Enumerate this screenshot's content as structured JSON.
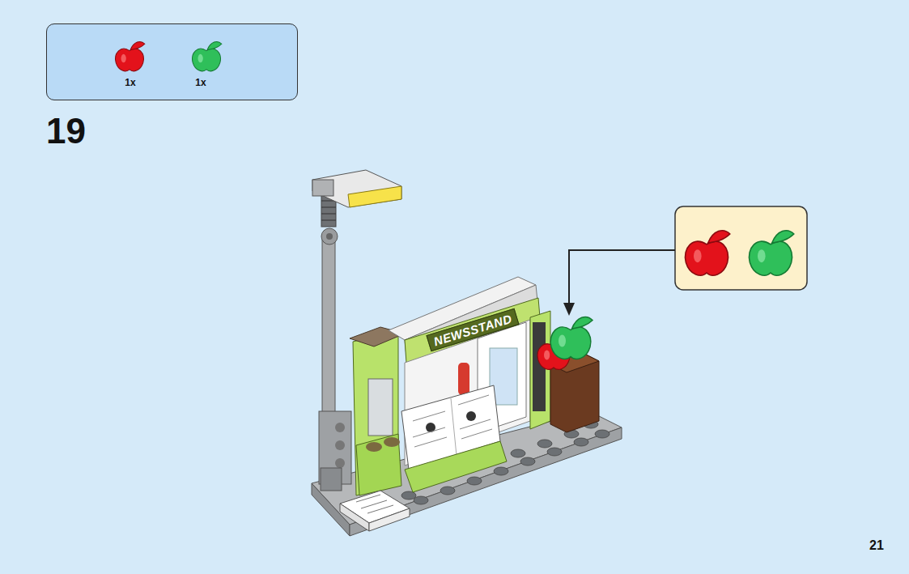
{
  "diagram": {
    "nodes": [
      {
        "text": [
          "1x",
          "1x"
        ]
      }
    ],
    "labels": [
      "19",
      "NEWSSTAND",
      "21"
    ]
  }
}
